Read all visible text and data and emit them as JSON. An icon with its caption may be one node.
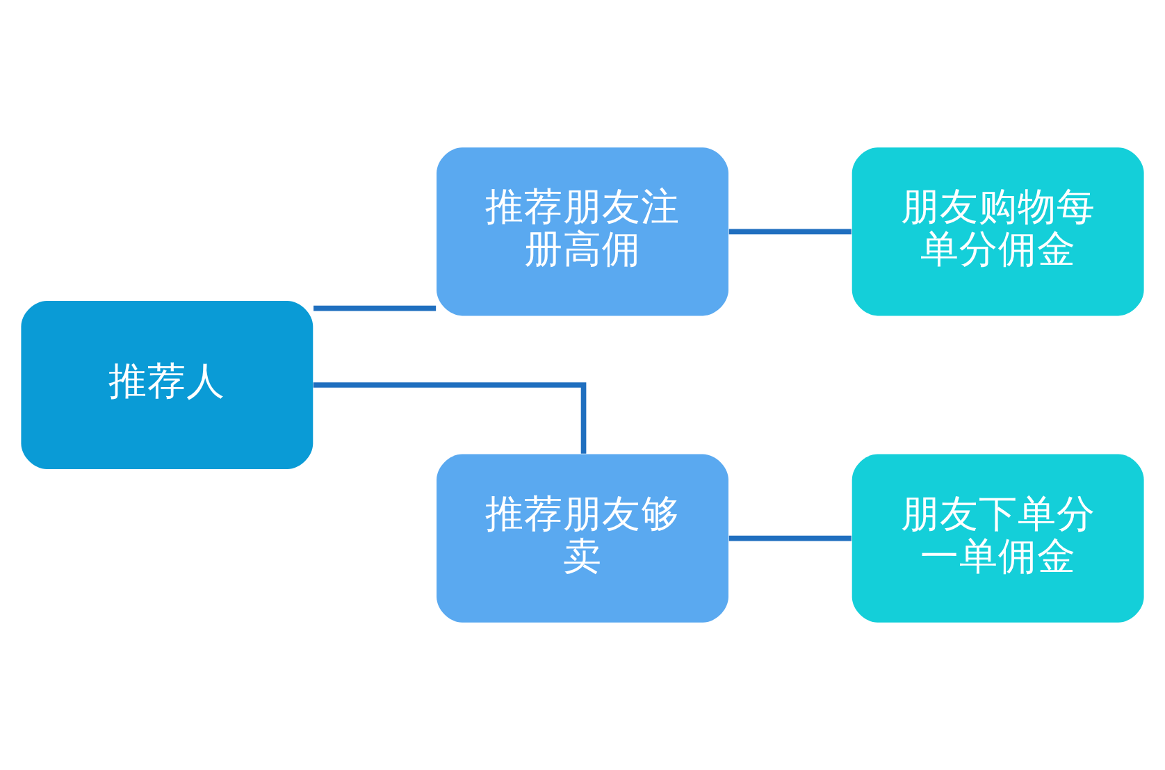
{
  "diagram": {
    "nodes": [
      {
        "text": [
          "推荐人"
        ]
      },
      {
        "text": [
          "推荐朋友注册高佣"
        ]
      },
      {
        "text": [
          "朋友购物每单分佣金"
        ]
      },
      {
        "text": [
          "推荐朋友够卖"
        ]
      },
      {
        "text": [
          "朋友下单分一单佣金"
        ]
      }
    ],
    "edges": [
      {
        "from": 0,
        "to": 1,
        "arrow": "none"
      },
      {
        "from": 1,
        "to": 2,
        "arrow": "none"
      },
      {
        "from": 0,
        "to": 3,
        "arrow": "none"
      },
      {
        "from": 3,
        "to": 4,
        "arrow": "none"
      }
    ]
  }
}
